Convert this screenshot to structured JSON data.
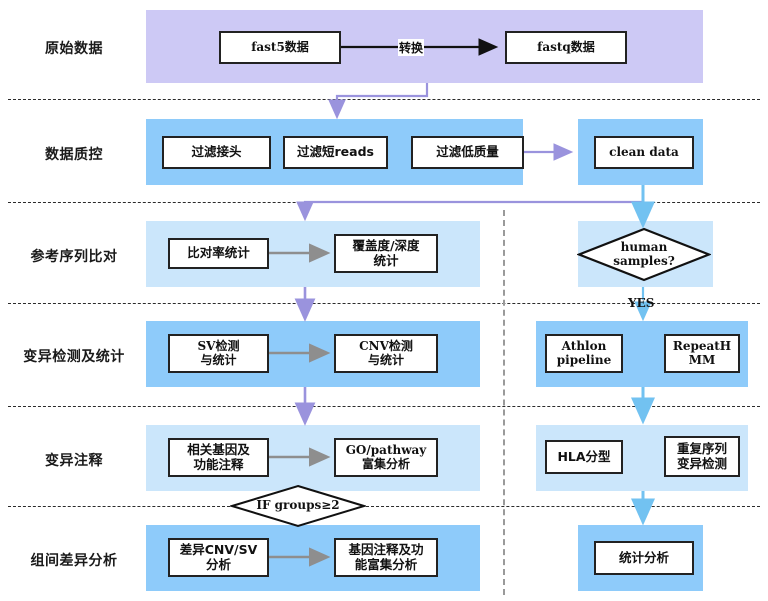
{
  "colors": {
    "band_purple": "#cdc9f5",
    "band_blue_strong": "#8ecbfa",
    "band_blue_light": "#cbe6fb",
    "arrow_black": "#111111",
    "arrow_purple": "#9a93dd",
    "arrow_gray": "#8e8e8e",
    "arrow_blue": "#72c2f1",
    "divider": "#2b2b2b",
    "vsep": "#9a9a9a",
    "node_border": "#222222",
    "node_fill": "#ffffff"
  },
  "rows": [
    {
      "label": "原始数据"
    },
    {
      "label": "数据质控"
    },
    {
      "label": "参考序列比对"
    },
    {
      "label": "变异检测及统计"
    },
    {
      "label": "变异注释"
    },
    {
      "label": "组间差异分析"
    }
  ],
  "nodes": {
    "fast5": "fast5数据",
    "fastq": "fastq数据",
    "filter_adapter": "过滤接头",
    "filter_short": "过滤短reads",
    "filter_lowq": "过滤低质量",
    "clean_data": "clean data",
    "align_rate": "比对率统计",
    "coverage_l1": "覆盖度/深度",
    "coverage_l2": "统计",
    "sv_l1": "SV检测",
    "sv_l2": "与统计",
    "cnv_l1": "CNV检测",
    "cnv_l2": "与统计",
    "gene_anno_l1": "相关基因及",
    "gene_anno_l2": "功能注释",
    "go_path_l1": "GO/pathway",
    "go_path_l2": "富集分析",
    "diff_cnvsv_l1": "差异CNV/SV",
    "diff_cnvsv_l2": "分析",
    "gene_enrich_l1": "基因注释及功",
    "gene_enrich_l2": "能富集分析",
    "athlon_l1": "Athlon",
    "athlon_l2": "pipeline",
    "repeathmm_l1": "RepeatH",
    "repeathmm_l2": "MM",
    "hla": "HLA分型",
    "repeat_var_l1": "重复序列",
    "repeat_var_l2": "变异检测",
    "stat_analysis": "统计分析"
  },
  "decisions": {
    "human_samples_l1": "human",
    "human_samples_l2": "samples?",
    "if_groups": "IF groups≥2"
  },
  "edge_labels": {
    "convert": "转换",
    "yes": "YES"
  }
}
